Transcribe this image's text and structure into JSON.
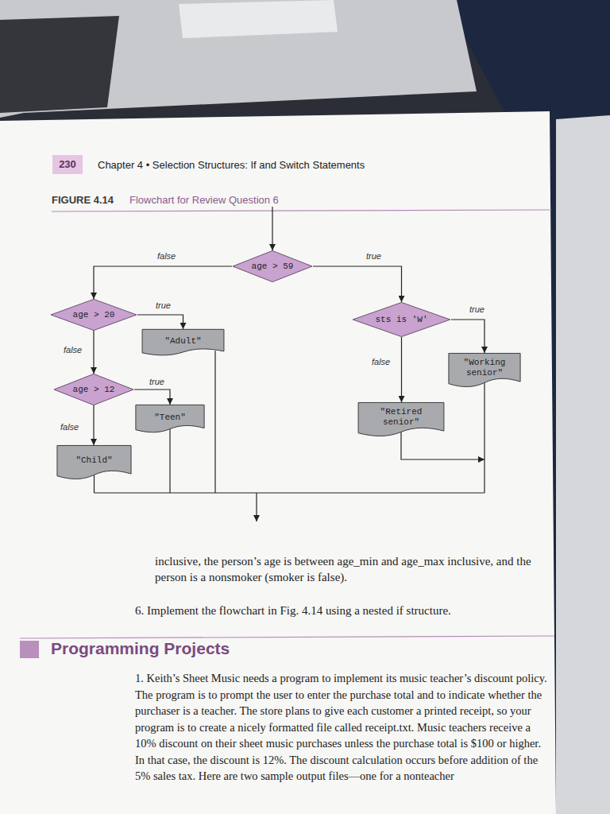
{
  "diagram": {
    "caption": "Flowchart for Review Question 6",
    "nodes": [
      {
        "text": [
          "age > 59"
        ]
      },
      {
        "text": [
          "age > 20"
        ]
      },
      {
        "text": [
          "\"Adult\""
        ]
      },
      {
        "text": [
          "sts is 'W'"
        ]
      },
      {
        "text": [
          "\"Working senior\""
        ]
      },
      {
        "text": [
          "age > 12"
        ]
      },
      {
        "text": [
          "\"Teen\""
        ]
      },
      {
        "text": [
          "\"Retired senior\""
        ]
      },
      {
        "text": [
          "\"Child\""
        ]
      }
    ],
    "edges": [
      {
        "from": 0,
        "to": 1,
        "label": "false",
        "arrow": "to"
      },
      {
        "from": 0,
        "to": 3,
        "label": "true",
        "arrow": "to"
      },
      {
        "from": 1,
        "to": 2,
        "label": "true",
        "arrow": "to"
      },
      {
        "from": 1,
        "to": 5,
        "label": "false",
        "arrow": "to"
      },
      {
        "from": 5,
        "to": 6,
        "label": "true",
        "arrow": "to"
      },
      {
        "from": 5,
        "to": 8,
        "label": "false",
        "arrow": "to"
      },
      {
        "from": 3,
        "to": 4,
        "label": "true",
        "arrow": "to"
      },
      {
        "from": 3,
        "to": 7,
        "label": "false",
        "arrow": "to"
      }
    ],
    "labels": [
      "230",
      "Chapter 4 • Selection Structures: If and Switch Statements",
      "FIGURE 4.14",
      "inclusive, the person’s age is between age_min and age_max inclusive, and the person is a nonsmoker (smoker is false).",
      "6. Implement the flowchart in Fig. 4.14 using a nested if structure.",
      "Programming Projects",
      "1. Keith’s Sheet Music needs a program to implement its music teacher’s discount policy. The program is to prompt the user to enter the purchase total and to indicate whether the purchaser is a teacher. The store plans to give each customer a printed receipt, so your program is to create a nicely formatted file called receipt.txt. Music teachers receive a 10% discount on their sheet music purchases unless the purchase total is $100 or higher. In that case, the discount is 12%. The discount calculation occurs before addition of the 5% sales tax. Here are two sample output files—one for a nonteacher"
    ]
  }
}
